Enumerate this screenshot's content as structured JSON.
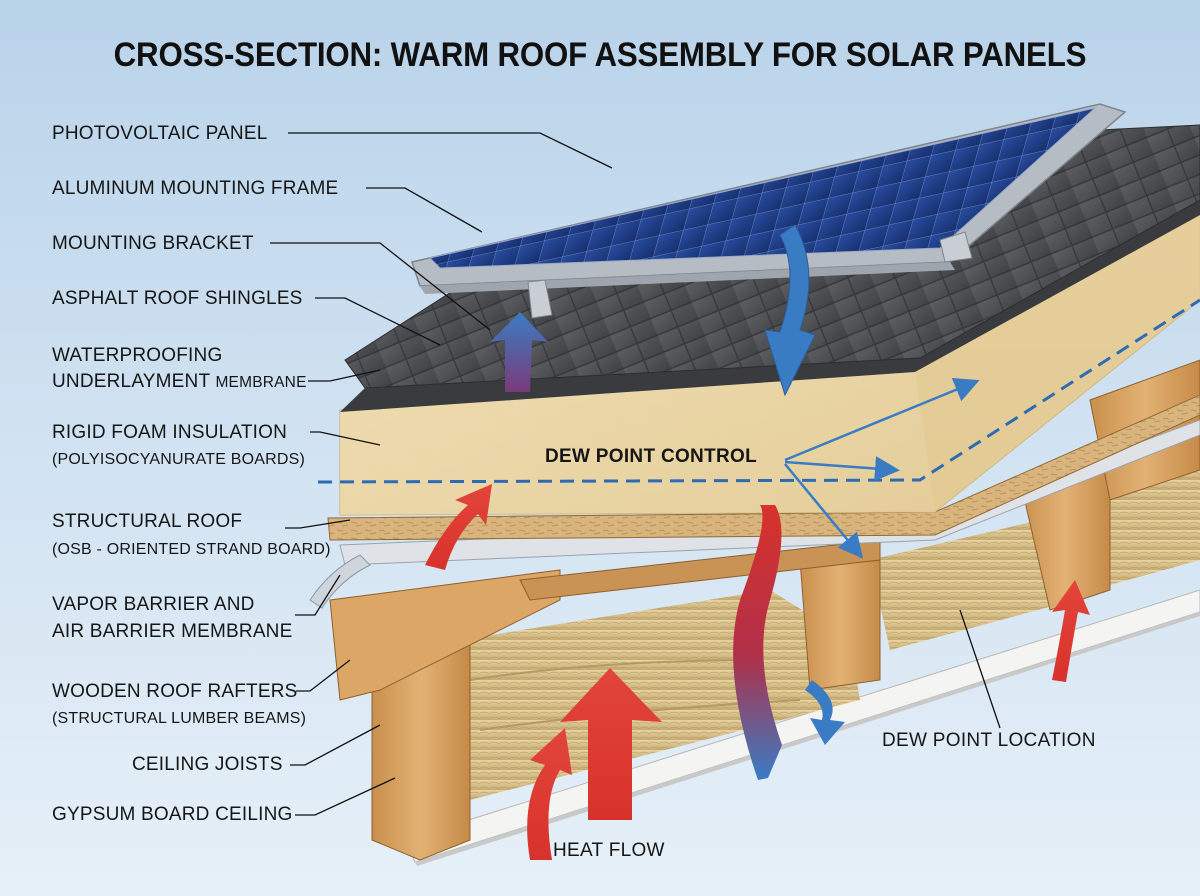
{
  "title": "CROSS-SECTION: WARM ROOF ASSEMBLY FOR SOLAR PANELS",
  "labels": {
    "pv_panel": "PHOTOVOLTAIC PANEL",
    "mounting_frame": "ALUMINUM MOUNTING FRAME",
    "mounting_bracket": "MOUNTING BRACKET",
    "shingles": "ASPHALT ROOF SHINGLES",
    "underlayment_1": "WATERPROOFING",
    "underlayment_2": "UNDERLAYMENT",
    "underlayment_2b": "MEMBRANE",
    "foam_1": "RIGID FOAM INSULATION",
    "foam_2": "(POLYISOCYANURATE BOARDS)",
    "roof_1": "STRUCTURAL ROOF",
    "roof_2": "(OSB - ORIENTED STRAND BOARD)",
    "vapor_1": "VAPOR BARRIER AND",
    "vapor_2": "AIR BARRIER MEMBRANE",
    "rafters_1": "WOODEN ROOF RAFTERS",
    "rafters_2": "(STRUCTURAL LUMBER BEAMS)",
    "joists": "CEILING JOISTS",
    "gypsum": "GYPSUM BOARD CEILING"
  },
  "callouts": {
    "dew_point_control": "DEW POINT CONTROL",
    "dew_point_location": "DEW POINT LOCATION",
    "heat_flow": "HEAT FLOW"
  },
  "colors": {
    "heat_arrow": "#d8322b",
    "cool_arrow": "#3a7cc4",
    "foam": "#eedbb0",
    "osb": "#d9b47c",
    "lumber": "#d9a866",
    "insulation": "#d8c08a",
    "panel_cells": "#1d3c86",
    "shingles": "#4d4f52"
  }
}
